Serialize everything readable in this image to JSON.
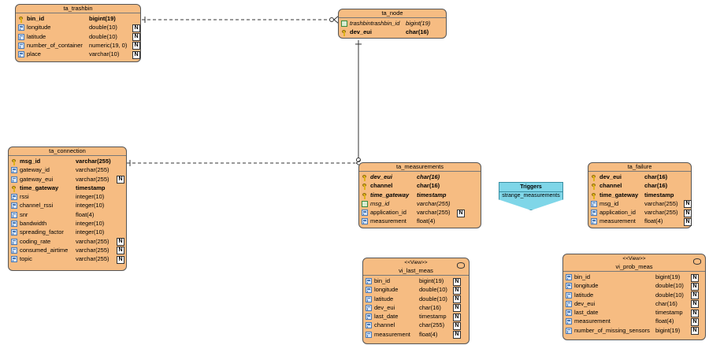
{
  "entities": {
    "trashbin": {
      "title": "ta_trashbin",
      "columns": [
        {
          "name": "bin_id",
          "type": "bigint(19)",
          "nn": ""
        },
        {
          "name": "longitude",
          "type": "double(10)",
          "nn": "N"
        },
        {
          "name": "latitude",
          "type": "double(10)",
          "nn": "N"
        },
        {
          "name": "number_of_container",
          "type": "numeric(19, 0)",
          "nn": "N"
        },
        {
          "name": "place",
          "type": "varchar(10)",
          "nn": "N"
        }
      ]
    },
    "node": {
      "title": "ta_node",
      "columns": [
        {
          "name": "trashbintrashbin_id",
          "type": "bigint(19)",
          "nn": ""
        },
        {
          "name": "dev_eui",
          "type": "char(16)",
          "nn": ""
        }
      ]
    },
    "connection": {
      "title": "ta_connection",
      "columns": [
        {
          "name": "msg_id",
          "type": "varchar(255)",
          "nn": ""
        },
        {
          "name": "gateway_id",
          "type": "varchar(255)",
          "nn": ""
        },
        {
          "name": "gateway_eui",
          "type": "varchar(255)",
          "nn": "N"
        },
        {
          "name": "time_gateway",
          "type": "timestamp",
          "nn": ""
        },
        {
          "name": "rssi",
          "type": "integer(10)",
          "nn": ""
        },
        {
          "name": "channel_rssi",
          "type": "integer(10)",
          "nn": ""
        },
        {
          "name": "snr",
          "type": "float(4)",
          "nn": ""
        },
        {
          "name": "bandwidth",
          "type": "integer(10)",
          "nn": ""
        },
        {
          "name": "spreading_factor",
          "type": "integer(10)",
          "nn": ""
        },
        {
          "name": "coding_rate",
          "type": "varchar(255)",
          "nn": "N"
        },
        {
          "name": "consumed_airtime",
          "type": "varchar(255)",
          "nn": "N"
        },
        {
          "name": "topic",
          "type": "varchar(255)",
          "nn": "N"
        }
      ]
    },
    "measurements": {
      "title": "ta_measurements",
      "columns": [
        {
          "name": "dev_eui",
          "type": "char(16)",
          "nn": ""
        },
        {
          "name": "channel",
          "type": "char(16)",
          "nn": ""
        },
        {
          "name": "time_gateway",
          "type": "timestamp",
          "nn": ""
        },
        {
          "name": "msg_id",
          "type": "varchar(255)",
          "nn": ""
        },
        {
          "name": "application_id",
          "type": "varchar(255)",
          "nn": "N"
        },
        {
          "name": "measurement",
          "type": "float(4)",
          "nn": ""
        }
      ]
    },
    "failure": {
      "title": "ta_failure",
      "columns": [
        {
          "name": "dev_eui",
          "type": "char(16)",
          "nn": ""
        },
        {
          "name": "channel",
          "type": "char(16)",
          "nn": ""
        },
        {
          "name": "time_gateway",
          "type": "timestamp",
          "nn": ""
        },
        {
          "name": "msg_id",
          "type": "varchar(255)",
          "nn": "N"
        },
        {
          "name": "application_id",
          "type": "varchar(255)",
          "nn": "N"
        },
        {
          "name": "measurement",
          "type": "float(4)",
          "nn": "N"
        }
      ]
    },
    "last_meas": {
      "stereotype": "<<View>>",
      "title": "vi_last_meas",
      "columns": [
        {
          "name": "bin_id",
          "type": "bigint(19)",
          "nn": "N"
        },
        {
          "name": "longitude",
          "type": "double(10)",
          "nn": "N"
        },
        {
          "name": "latitude",
          "type": "double(10)",
          "nn": "N"
        },
        {
          "name": "dev_eui",
          "type": "char(16)",
          "nn": "N"
        },
        {
          "name": "last_date",
          "type": "timestamp",
          "nn": "N"
        },
        {
          "name": "channel",
          "type": "char(255)",
          "nn": "N"
        },
        {
          "name": "measurement",
          "type": "float(4)",
          "nn": "N"
        }
      ]
    },
    "prob_meas": {
      "stereotype": "<<View>>",
      "title": "vi_prob_meas",
      "columns": [
        {
          "name": "bin_id",
          "type": "bigint(19)",
          "nn": "N"
        },
        {
          "name": "longitude",
          "type": "double(10)",
          "nn": "N"
        },
        {
          "name": "latitude",
          "type": "double(10)",
          "nn": "N"
        },
        {
          "name": "dev_eui",
          "type": "char(16)",
          "nn": "N"
        },
        {
          "name": "last_date",
          "type": "timestamp",
          "nn": "N"
        },
        {
          "name": "measurement",
          "type": "float(4)",
          "nn": "N"
        },
        {
          "name": "number_of_missing_sensors",
          "type": "bigint(19)",
          "nn": "N"
        }
      ]
    }
  },
  "trigger": {
    "title": "Triggers",
    "name": "strange_measurements"
  }
}
